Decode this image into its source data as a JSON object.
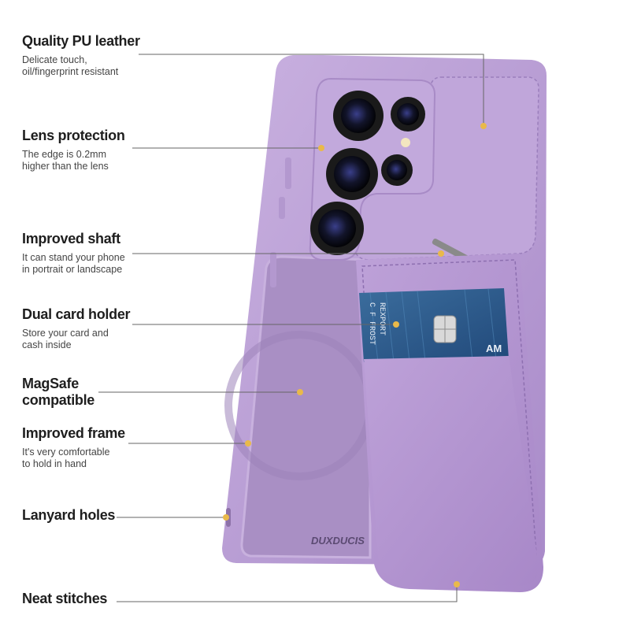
{
  "brand": "DUXDUCIS",
  "card_text": {
    "name_line1": "C F FROST",
    "name_line2": "REXPORT",
    "issuer_fragment": "AM"
  },
  "colors": {
    "case_main": "#b79bd4",
    "case_dark": "#9d7fbe",
    "case_light": "#cdb6e3",
    "callout_dot": "#e9b94a",
    "card_blue": "#2d5d8c"
  },
  "features": [
    {
      "id": "quality",
      "title": "Quality PU leather",
      "desc": [
        "Delicate touch,",
        "oil/fingerprint resistant"
      ]
    },
    {
      "id": "lens",
      "title": "Lens protection",
      "desc": [
        "The edge is 0.2mm",
        "higher than the lens"
      ]
    },
    {
      "id": "shaft",
      "title": "Improved shaft",
      "desc": [
        "It can stand your phone",
        "in portrait or landscape"
      ]
    },
    {
      "id": "card",
      "title": "Dual card holder",
      "desc": [
        "Store your card and",
        "cash inside"
      ]
    },
    {
      "id": "magsafe",
      "title": "MagSafe compatible",
      "desc": []
    },
    {
      "id": "frame",
      "title": "Improved frame",
      "desc": [
        "It's very comfortable",
        "to hold in hand"
      ]
    },
    {
      "id": "lanyard",
      "title": "Lanyard holes",
      "desc": []
    },
    {
      "id": "stitches",
      "title": "Neat stitches",
      "desc": []
    }
  ]
}
